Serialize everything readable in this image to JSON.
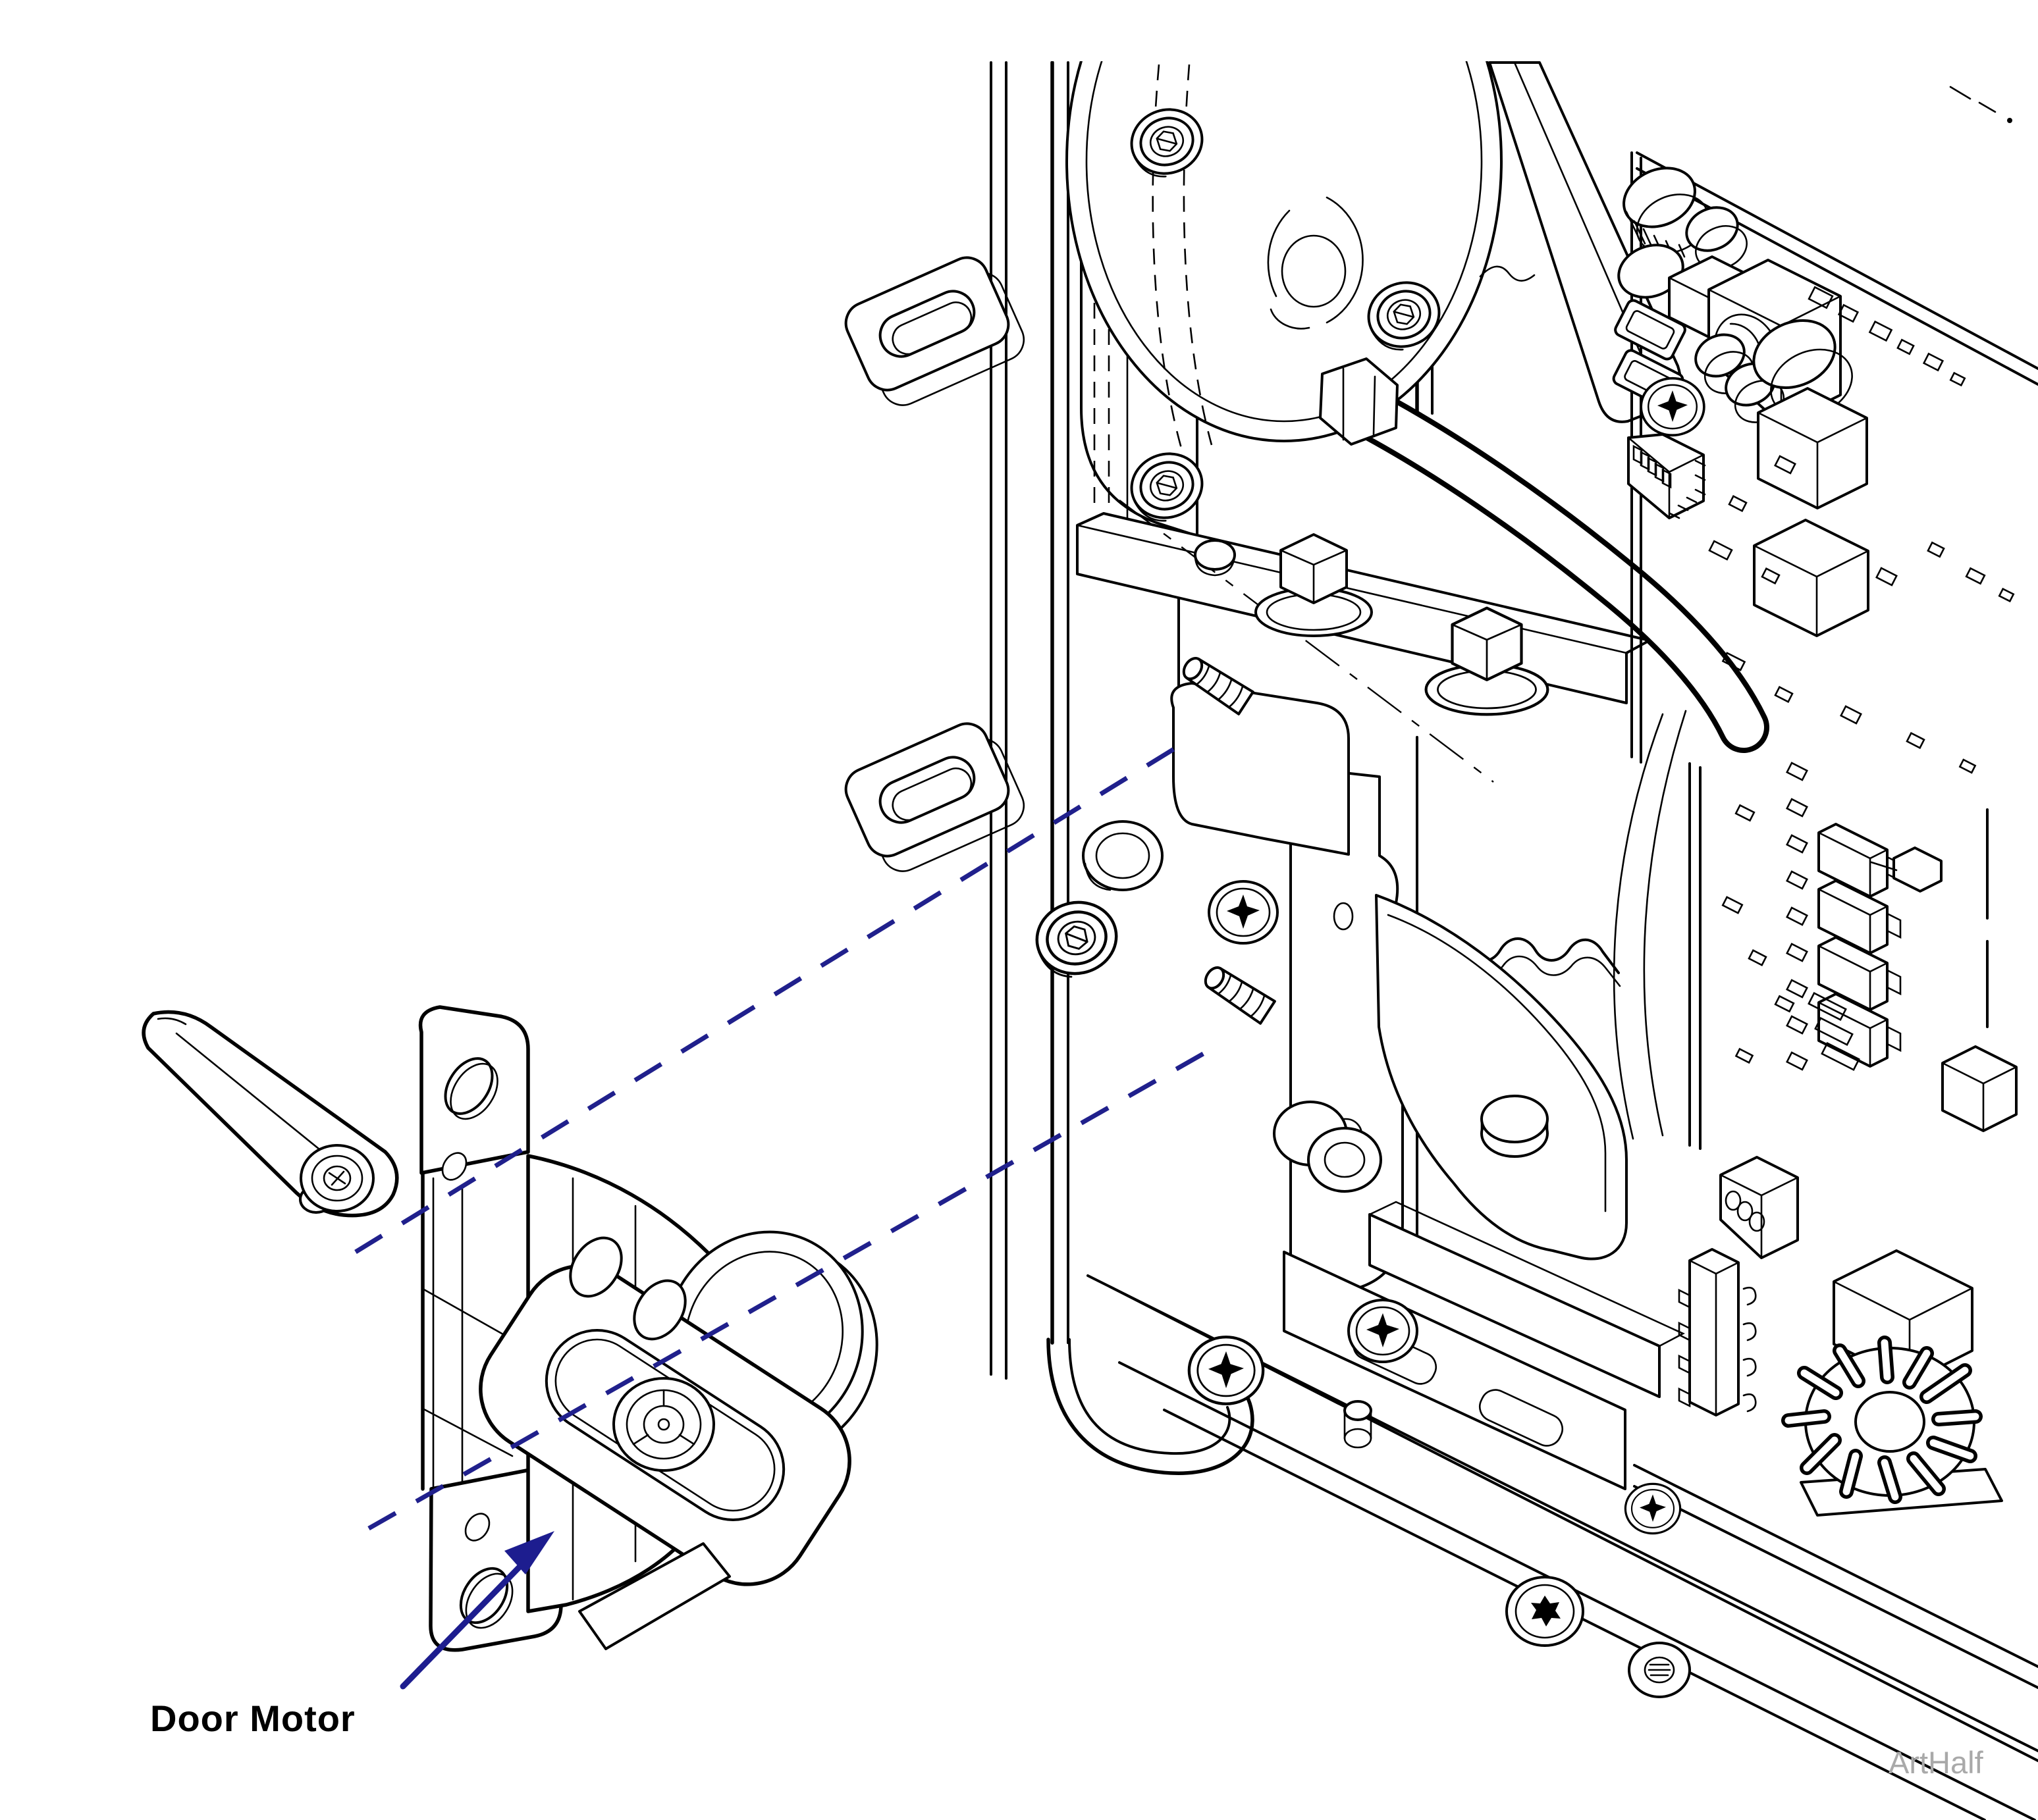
{
  "figure": {
    "type": "exploded-assembly-technical-illustration",
    "label": "Door Motor",
    "watermark": "ArtHalf",
    "colors": {
      "line": "#000000",
      "leader_arrow": "#1d1d8f",
      "alignment_dash": "#20208c",
      "watermark_text": "#a9a9a9",
      "background": "#ffffff"
    },
    "leader_lines": "2 dashed alignment lines from door motor to chassis mounting studs"
  }
}
